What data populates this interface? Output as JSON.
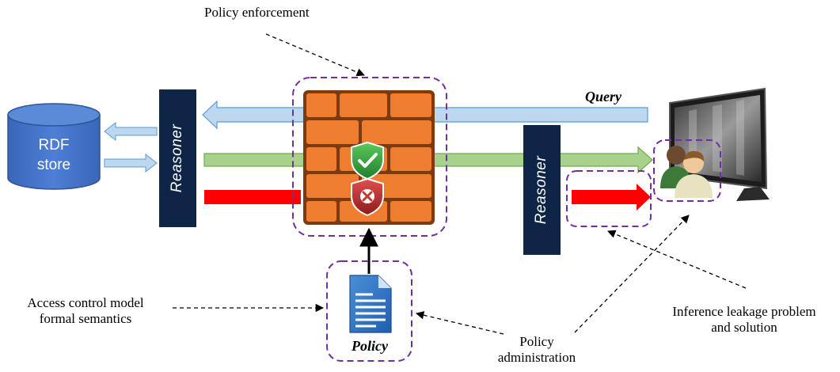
{
  "labels": {
    "policy_enforcement": "Policy enforcement",
    "query": "Query",
    "rdf_store_line1": "RDF",
    "rdf_store_line2": "store",
    "reasoner_left": "Reasoner",
    "reasoner_right": "Reasoner",
    "policy_doc": "Policy",
    "access_control_line1": "Access control model",
    "access_control_line2": "formal semantics",
    "policy_admin_line1": "Policy",
    "policy_admin_line2": "administration",
    "inference_line1": "Inference leakage problem",
    "inference_line2": "and solution"
  },
  "colors": {
    "query_arrow": "#bdd7ee",
    "allowed_arrow": "#a9d18e",
    "denied_arrow": "#ff0000",
    "reasoner": "#0f2548",
    "cylinder": "#4472c4",
    "dashed_box": "#7030a0",
    "brick": "#ed7d31",
    "check_shield": "#2e9e3e",
    "deny_shield": "#c0392b"
  },
  "icons": [
    "database-cylinder-icon",
    "firewall-brick-icon",
    "check-shield-icon",
    "deny-shield-icon",
    "policy-document-icon",
    "monitor-icon",
    "users-icon"
  ]
}
